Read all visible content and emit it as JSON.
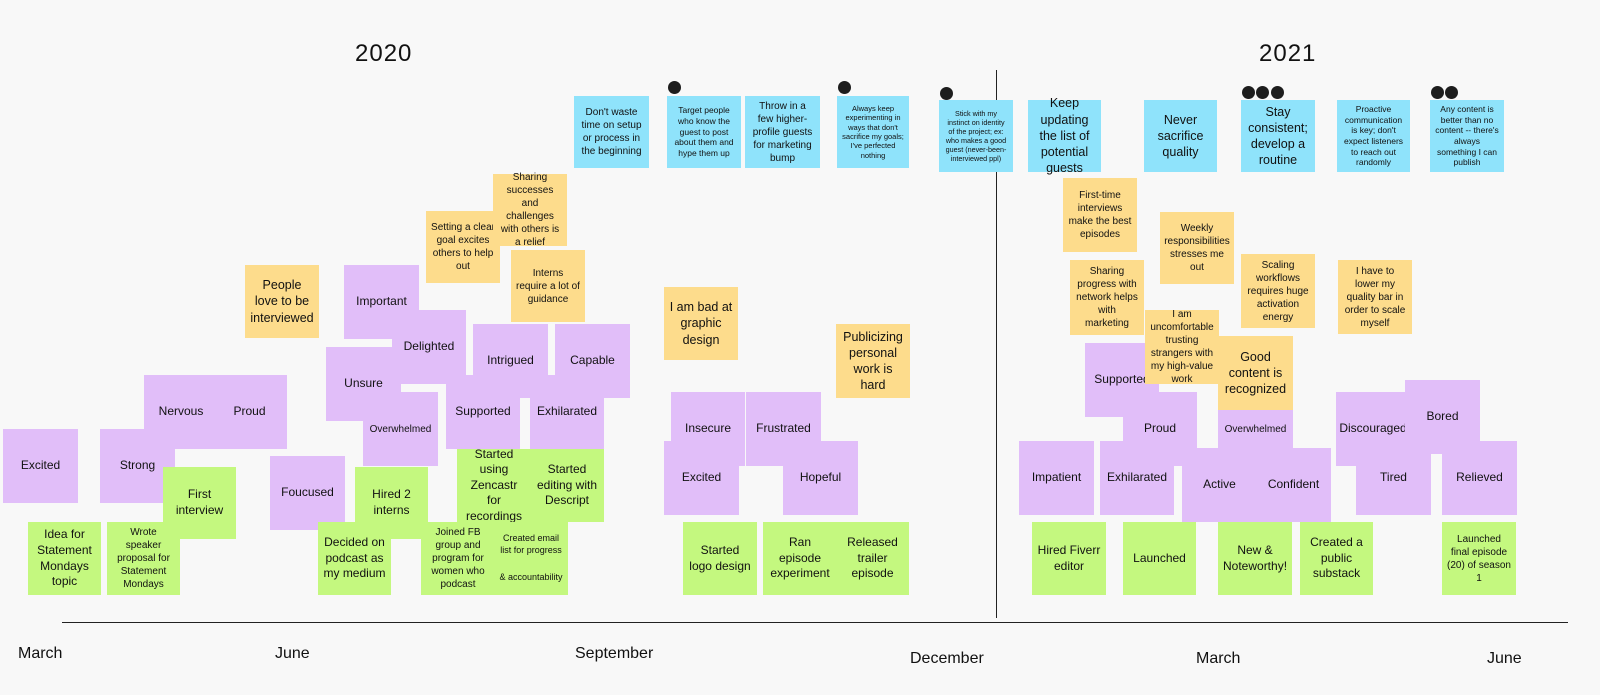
{
  "years": {
    "y2020": "2020",
    "y2021": "2021"
  },
  "months": {
    "m1": "March",
    "m2": "June",
    "m3": "September",
    "m4": "December",
    "m5": "March",
    "m6": "June"
  },
  "lessons": [
    "Don't waste time on setup or process in the beginning",
    "Target people who know the guest to post about them and hype them up",
    "Throw in a few higher-profile guests for marketing bump",
    "Always keep experimenting in ways that don't sacrifice my goals; I've perfected nothing",
    "Stick with my instinct on identity of the project; ex: who makes a good guest (never-been-interviewed ppl)",
    "Keep updating the list of potential guests",
    "Never sacrifice quality",
    "Stay consistent; develop a routine",
    "Proactive communication is key; don't expect listeners to reach out randomly",
    "Any content is better than no content -- there's always something I can publish"
  ],
  "thoughts": [
    "Sharing successes and challenges with others is a relief",
    "Setting a clear goal excites others to help out",
    "Interns require a lot of guidance",
    "People love to be interviewed",
    "I am bad at graphic design",
    "Publicizing personal work is hard",
    "First-time interviews make the best episodes",
    "Weekly responsibilities stresses me out",
    "Sharing progress with network helps with marketing",
    "Scaling workflows requires huge activation energy",
    "I have to lower my quality bar in order to scale myself",
    "I am uncomfortable trusting strangers with my high-value work",
    "Good content is recognized"
  ],
  "feelings": [
    "Excited",
    "Nervous",
    "Proud",
    "Strong",
    "Foucused",
    "Important",
    "Delighted",
    "Unsure",
    "Overwhelmed",
    "Intrigued",
    "Capable",
    "Supported",
    "Exhilarated",
    "Insecure",
    "Frustrated",
    "Excited",
    "Hopeful",
    "Supported",
    "Proud",
    "Overwhelmed",
    "Impatient",
    "Exhilarated",
    "Active",
    "Confident",
    "Discouraged",
    "Bored",
    "Tired",
    "Relieved"
  ],
  "events": [
    "Idea for Statement Mondays topic",
    "Wrote speaker proposal for Statement Mondays",
    "First interview",
    "Hired 2 interns",
    "Decided on podcast as my medium",
    "Joined FB group and program for women who podcast",
    "Started using Zencastr for recordings",
    "Started editing with Descript",
    "Created email list for progress",
    "& accountability",
    "Started logo design",
    "Ran episode experiment",
    "Released trailer episode",
    "Hired Fiverr editor",
    "Launched",
    "New & Noteworthy!",
    "Created a public substack",
    "Launched final episode (20) of season 1"
  ],
  "colors": {
    "lesson": "#8fe3fb",
    "thought": "#fddc8c",
    "feeling": "#e1bef9",
    "event": "#c4f87f",
    "background": "#f8f8f8",
    "line": "#222222"
  }
}
